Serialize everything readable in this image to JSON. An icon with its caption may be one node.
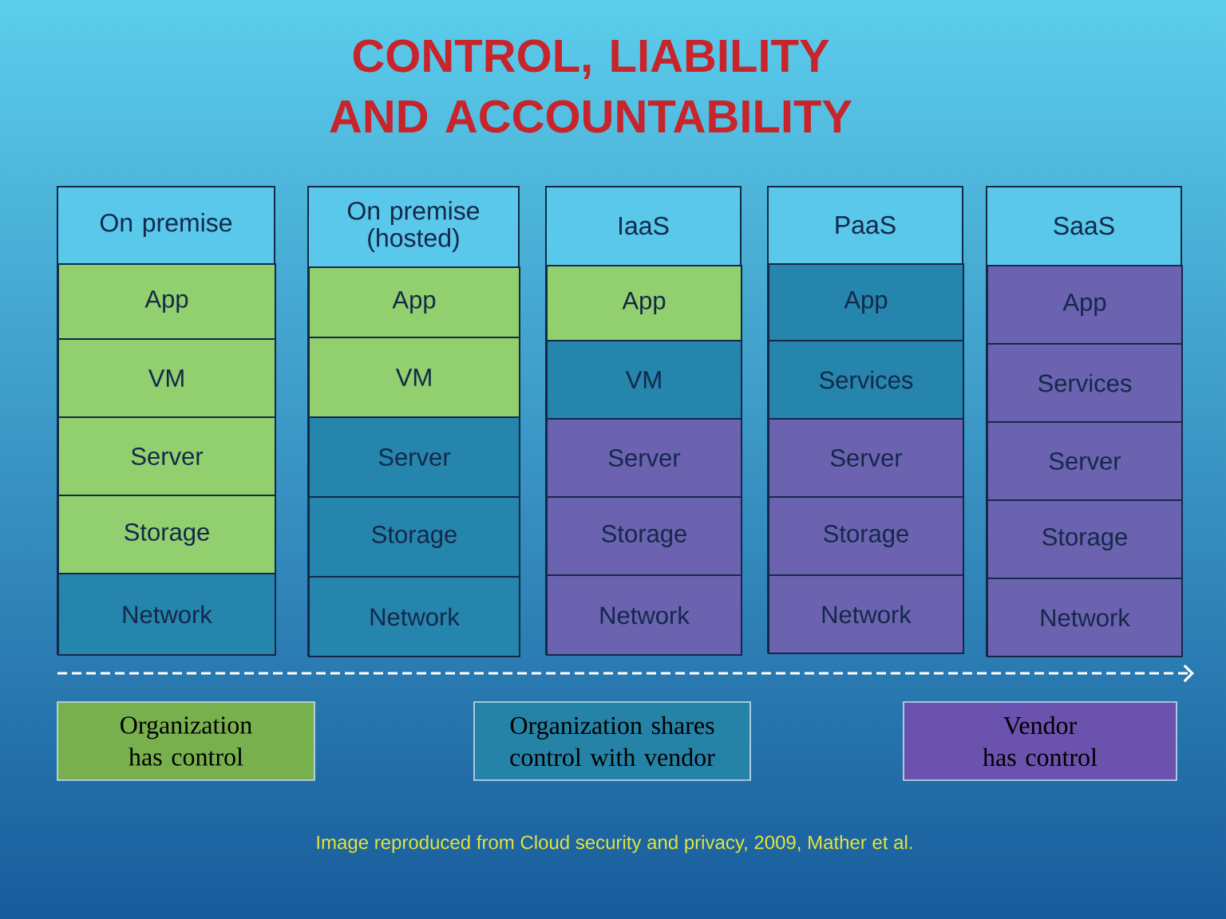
{
  "diagram": {
    "title": "CONTROL, LIABILITY AND ACCOUNTABILITY",
    "caption": "Image reproduced from Cloud security and privacy, 2009, Mather et al.",
    "nodes": [
      {
        "text": [
          "On premise"
        ]
      },
      {
        "text": [
          "App"
        ],
        "in": 0
      },
      {
        "text": [
          "VM"
        ],
        "in": 0
      },
      {
        "text": [
          "Server"
        ],
        "in": 0
      },
      {
        "text": [
          "Storage"
        ],
        "in": 0
      },
      {
        "text": [
          "Network"
        ],
        "in": 0
      },
      {
        "text": [
          "On premise (hosted)"
        ]
      },
      {
        "text": [
          "App"
        ],
        "in": 6
      },
      {
        "text": [
          "VM"
        ],
        "in": 6
      },
      {
        "text": [
          "Server"
        ],
        "in": 6
      },
      {
        "text": [
          "Storage"
        ],
        "in": 6
      },
      {
        "text": [
          "Network"
        ],
        "in": 6
      },
      {
        "text": [
          "IaaS"
        ]
      },
      {
        "text": [
          "App"
        ],
        "in": 12
      },
      {
        "text": [
          "VM"
        ],
        "in": 12
      },
      {
        "text": [
          "Server"
        ],
        "in": 12
      },
      {
        "text": [
          "Storage"
        ],
        "in": 12
      },
      {
        "text": [
          "Network"
        ],
        "in": 12
      },
      {
        "text": [
          "PaaS"
        ]
      },
      {
        "text": [
          "App"
        ],
        "in": 18
      },
      {
        "text": [
          "Services"
        ],
        "in": 18
      },
      {
        "text": [
          "Server"
        ],
        "in": 18
      },
      {
        "text": [
          "Storage"
        ],
        "in": 18
      },
      {
        "text": [
          "Network"
        ],
        "in": 18
      },
      {
        "text": [
          "SaaS"
        ]
      },
      {
        "text": [
          "App"
        ],
        "in": 24
      },
      {
        "text": [
          "Services"
        ],
        "in": 24
      },
      {
        "text": [
          "Server"
        ],
        "in": 24
      },
      {
        "text": [
          "Storage"
        ],
        "in": 24
      },
      {
        "text": [
          "Network"
        ],
        "in": 24
      }
    ],
    "legend": [
      {
        "text": "Organization has control",
        "color": "#78b04e"
      },
      {
        "text": "Organization shares control with vendor",
        "color": "#2583a8"
      },
      {
        "text": "Vendor has control",
        "color": "#6a52ae"
      }
    ]
  }
}
